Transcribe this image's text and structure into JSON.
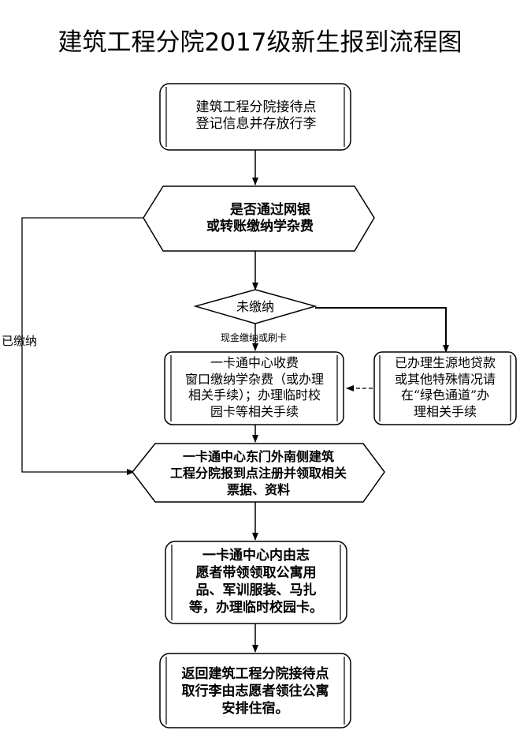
{
  "title": "建筑工程分院2017级新生报到流程图",
  "steps": {
    "s1": [
      "建筑工程分院接待点",
      "登记信息并存放行李"
    ],
    "s2": [
      "是否通过网银",
      "或转账缴纳学杂费"
    ],
    "s3": "未缴纳",
    "s4": [
      "一卡通中心收费",
      "窗口缴纳学杂费（或办理",
      "相关手续）；办理临时校",
      "园卡等相关手续"
    ],
    "s5": [
      "已办理生源地贷款",
      "或其他特殊情况请",
      "在“绿色通道”办",
      "理相关手续"
    ],
    "s6": [
      "一卡通中心东门外南侧建筑",
      "工程分院报到点注册并领取相关",
      "票据、资料"
    ],
    "s7": [
      "一卡通中心内由志",
      "愿者带领领取公寓用",
      "品、军训服装、马扎",
      "等，办理临时校园卡。"
    ],
    "s8": [
      "返回建筑工程分院接待点",
      "取行李由志愿者领往公寓",
      "安排住宿。"
    ]
  },
  "labels": {
    "paid": "已缴纳",
    "cash": "现金缴纳或刷卡"
  }
}
